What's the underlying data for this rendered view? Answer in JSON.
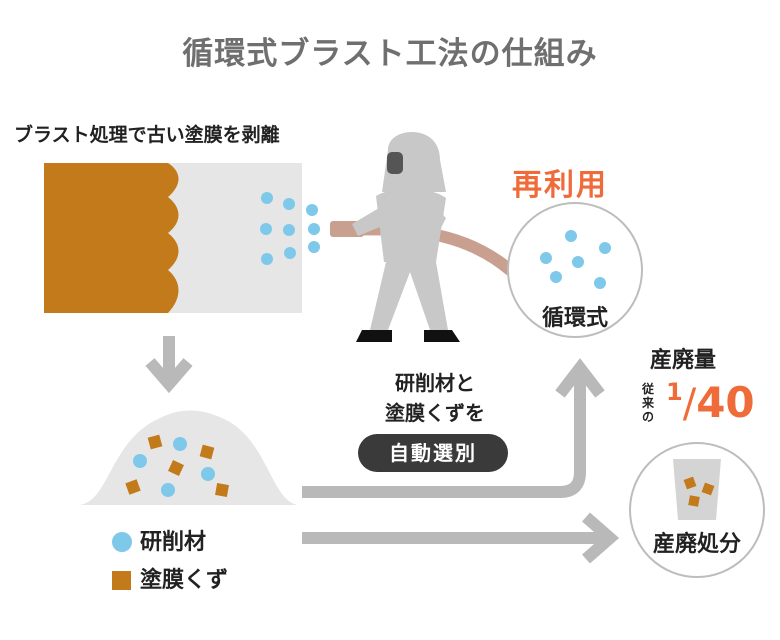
{
  "title": "循環式ブラスト工法の仕組み",
  "caption": "ブラスト処理で古い塗膜を剥離",
  "reuse_label": "再利用",
  "cycle_circle_label": "循環式",
  "process_text": [
    "研削材と",
    "塗膜くずを"
  ],
  "sorting_badge": "自動選別",
  "waste": {
    "label": "産廃量",
    "compare_label": "従来の",
    "ratio_numerator": "1",
    "ratio_slash": "/",
    "ratio_denominator": "40"
  },
  "disposal_label": "産廃処分",
  "legend": [
    {
      "label": "研削材",
      "color": "#7ec8ea"
    },
    {
      "label": "塗膜くず",
      "color": "#c27a1a"
    }
  ],
  "colors": {
    "abrasive": "#7ec8ea",
    "coating": "#c27a1a",
    "accent": "#ef6c3a",
    "arrow": "#b9b9b9",
    "hose": "#c9a08f",
    "worker": "#c8c8c8"
  }
}
